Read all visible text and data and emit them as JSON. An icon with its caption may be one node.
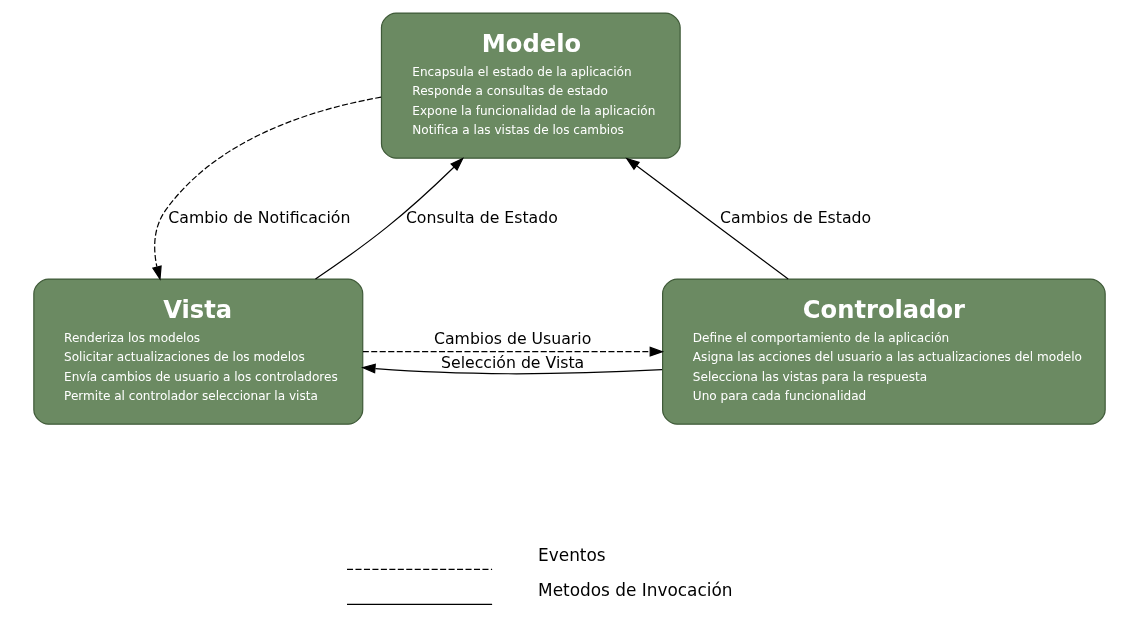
{
  "diagram": {
    "nodes": [
      {
        "text": [
          "Modelo",
          "Encapsula el estado de la aplicación",
          "Responde a consultas de estado",
          "Expone la funcionalidad de la aplicación",
          "Notifica a las vistas de los cambios"
        ]
      },
      {
        "text": [
          "Vista",
          "Renderiza los modelos",
          "Solicitar actualizaciones de los modelos",
          "Envía cambios de usuario a los controladores",
          "Permite al controlador seleccionar la vista"
        ]
      },
      {
        "text": [
          "Controlador",
          "Define el comportamiento de la aplicación",
          "Asigna las acciones del usuario a las actualizaciones del modelo",
          "Selecciona las vistas para la respuesta",
          "Uno para cada funcionalidad"
        ]
      }
    ],
    "edges": [
      {
        "from": 1,
        "to": 0,
        "arrow": "to",
        "label": "Consulta de Estado"
      },
      {
        "from": 0,
        "to": 1,
        "arrow": "to",
        "label": "Cambio de Notificación",
        "style": "dashed"
      },
      {
        "from": 2,
        "to": 0,
        "arrow": "to",
        "label": "Cambios de Estado"
      },
      {
        "from": 2,
        "to": 1,
        "arrow": "to",
        "label": "Selección de Vista"
      },
      {
        "from": 1,
        "to": 2,
        "arrow": "to",
        "label": "Cambios de Usuario",
        "style": "dashed"
      }
    ],
    "legend": [
      {
        "text": "Eventos"
      },
      {
        "text": "Metodos de Invocación"
      }
    ]
  }
}
